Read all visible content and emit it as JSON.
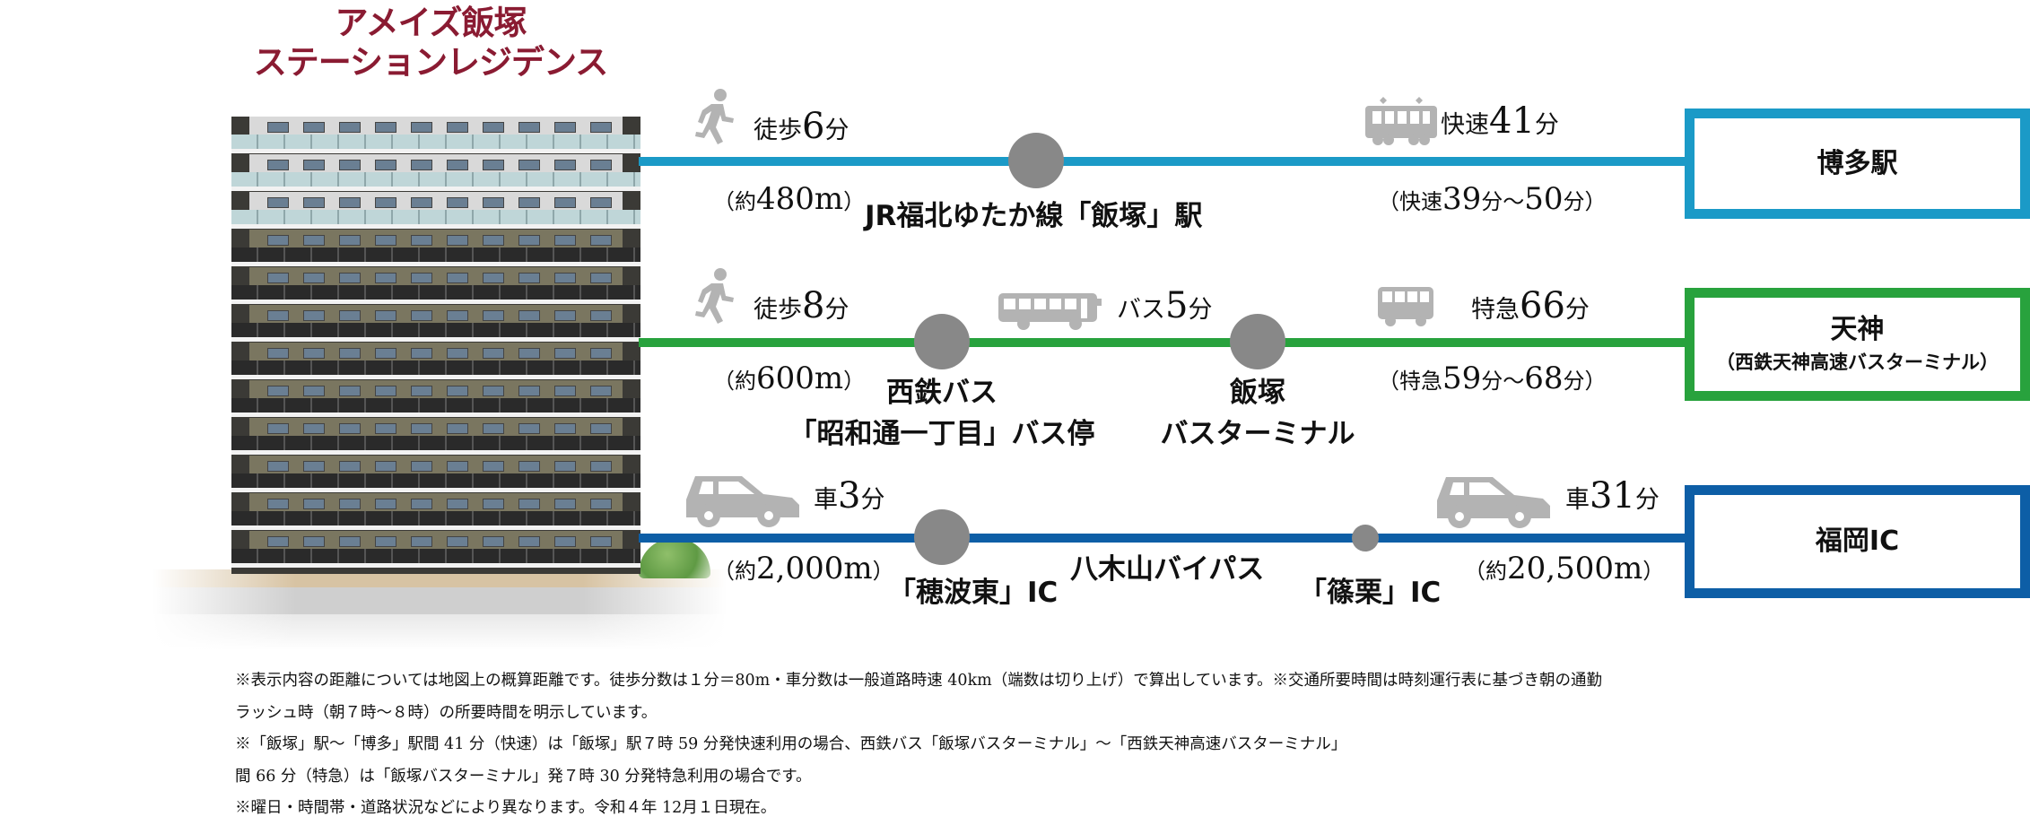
{
  "property": {
    "name_line1": "アメイズ飯塚",
    "name_line2": "ステーションレジデンス",
    "color": "#8a1b32"
  },
  "routes": [
    {
      "id": "jr",
      "color": "#1b9ac7",
      "leg1": {
        "icon": "walking-person-icon",
        "prefix": "徒歩",
        "number": "6",
        "suffix": "分",
        "distance_prefix": "（約",
        "distance_number": "480m",
        "distance_suffix": "）"
      },
      "stop1": {
        "label_line1": "JR福北ゆたか線「飯塚」駅"
      },
      "leg2": {
        "icon": "train-icon",
        "prefix": "快速",
        "number": "41",
        "suffix": "分",
        "range_prefix": "（快速",
        "range_a": "39",
        "range_mid": "分～",
        "range_b": "50",
        "range_suffix": "分）"
      },
      "destination": {
        "main": "博多駅",
        "sub": ""
      }
    },
    {
      "id": "bus",
      "color": "#28a23d",
      "leg1": {
        "icon": "walking-person-icon",
        "prefix": "徒歩",
        "number": "8",
        "suffix": "分",
        "distance_prefix": "（約",
        "distance_number": "600m",
        "distance_suffix": "）"
      },
      "stop1": {
        "label_line1": "西鉄バス",
        "label_line2": "「昭和通一丁目」バス停"
      },
      "leg_mid": {
        "icon": "bus-icon",
        "prefix": "バス",
        "number": "5",
        "suffix": "分"
      },
      "stop2": {
        "label_line1": "飯塚",
        "label_line2": "バスターミナル"
      },
      "leg2": {
        "icon": "highway-bus-icon",
        "prefix": "特急",
        "number": "66",
        "suffix": "分",
        "range_prefix": "（特急",
        "range_a": "59",
        "range_mid": "分～",
        "range_b": "68",
        "range_suffix": "分）"
      },
      "destination": {
        "main": "天神",
        "sub": "（西鉄天神高速バスターミナル）"
      }
    },
    {
      "id": "car",
      "color": "#0d5ea6",
      "leg1": {
        "icon": "car-icon",
        "prefix": "車",
        "number": "3",
        "suffix": "分",
        "distance_prefix": "（約",
        "distance_number": "2,000m",
        "distance_suffix": "）"
      },
      "stop1": {
        "label_line1": "「穂波東」IC"
      },
      "road_label": "八木山バイパス",
      "stop2": {
        "label_line1": "「篠栗」IC"
      },
      "leg2": {
        "icon": "car-icon",
        "prefix": "車",
        "number": "31",
        "suffix": "分",
        "distance_prefix": "（約",
        "distance_number": "20,500m",
        "distance_suffix": "）"
      },
      "destination": {
        "main": "福岡IC",
        "sub": ""
      }
    }
  ],
  "stop_dot_color": "#888888",
  "icon_color": "#b3b3b3",
  "notes": [
    "※表示内容の距離については地図上の概算距離です。徒歩分数は１分＝80m・車分数は一般道路時速 40km（端数は切り上げ）で算出しています。※交通所要時間は時刻運行表に基づき朝の通勤",
    "ラッシュ時（朝７時～８時）の所要時間を明示しています。",
    "※「飯塚」駅～「博多」駅間 41 分（快速）は「飯塚」駅７時 59 分発快速利用の場合、西鉄バス「飯塚バスターミナル」～「西鉄天神高速バスターミナル」",
    "間 66 分（特急）は「飯塚バスターミナル」発７時 30 分発特急利用の場合です。",
    "※曜日・時間帯・道路状況などにより異なります。令和４年 12月１日現在。"
  ]
}
